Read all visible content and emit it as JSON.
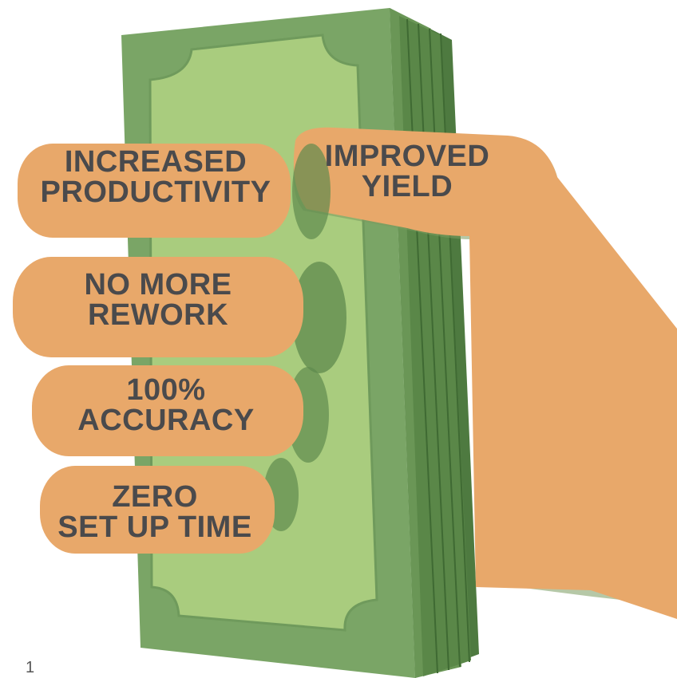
{
  "fingers": [
    {
      "lines": [
        "INCREASED",
        "PRODUCTIVITY"
      ]
    },
    {
      "lines": [
        "IMPROVED",
        "YIELD"
      ]
    },
    {
      "lines": [
        "NO MORE",
        "REWORK"
      ]
    },
    {
      "lines": [
        "100%",
        "ACCURACY"
      ]
    },
    {
      "lines": [
        "ZERO",
        "SET UP TIME"
      ]
    }
  ],
  "page_number": "1",
  "colors": {
    "skin": "#e8a86a",
    "skin_shadow": "#7a9a5e",
    "bill_light": "#a9cc7e",
    "bill_border": "#7aa566",
    "bill_dark": "#5f8a4e",
    "bill_edge": "#4e7a40",
    "text": "#4a4a4c"
  },
  "icons": [
    "money-stack-icon",
    "hand-icon"
  ]
}
